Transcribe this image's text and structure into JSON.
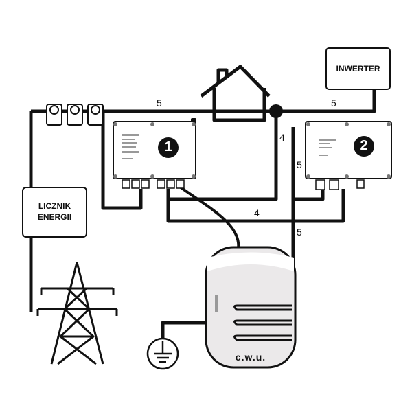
{
  "labels": {
    "inverter": "INWERTER",
    "meter_line1": "LICZNIK",
    "meter_line2": "ENERGII",
    "tank": "c.w.u.",
    "device1_number": "1",
    "device2_number": "2",
    "wire_5_top_left": "5",
    "wire_5_top_right": "5",
    "wire_4_upper": "4",
    "wire_5_mid": "5",
    "wire_4_lower": "4",
    "wire_5_lower": "5"
  },
  "colors": {
    "line": "#111111",
    "tank_fill": "#ebe9ea",
    "device_fill": "#ffffff"
  }
}
